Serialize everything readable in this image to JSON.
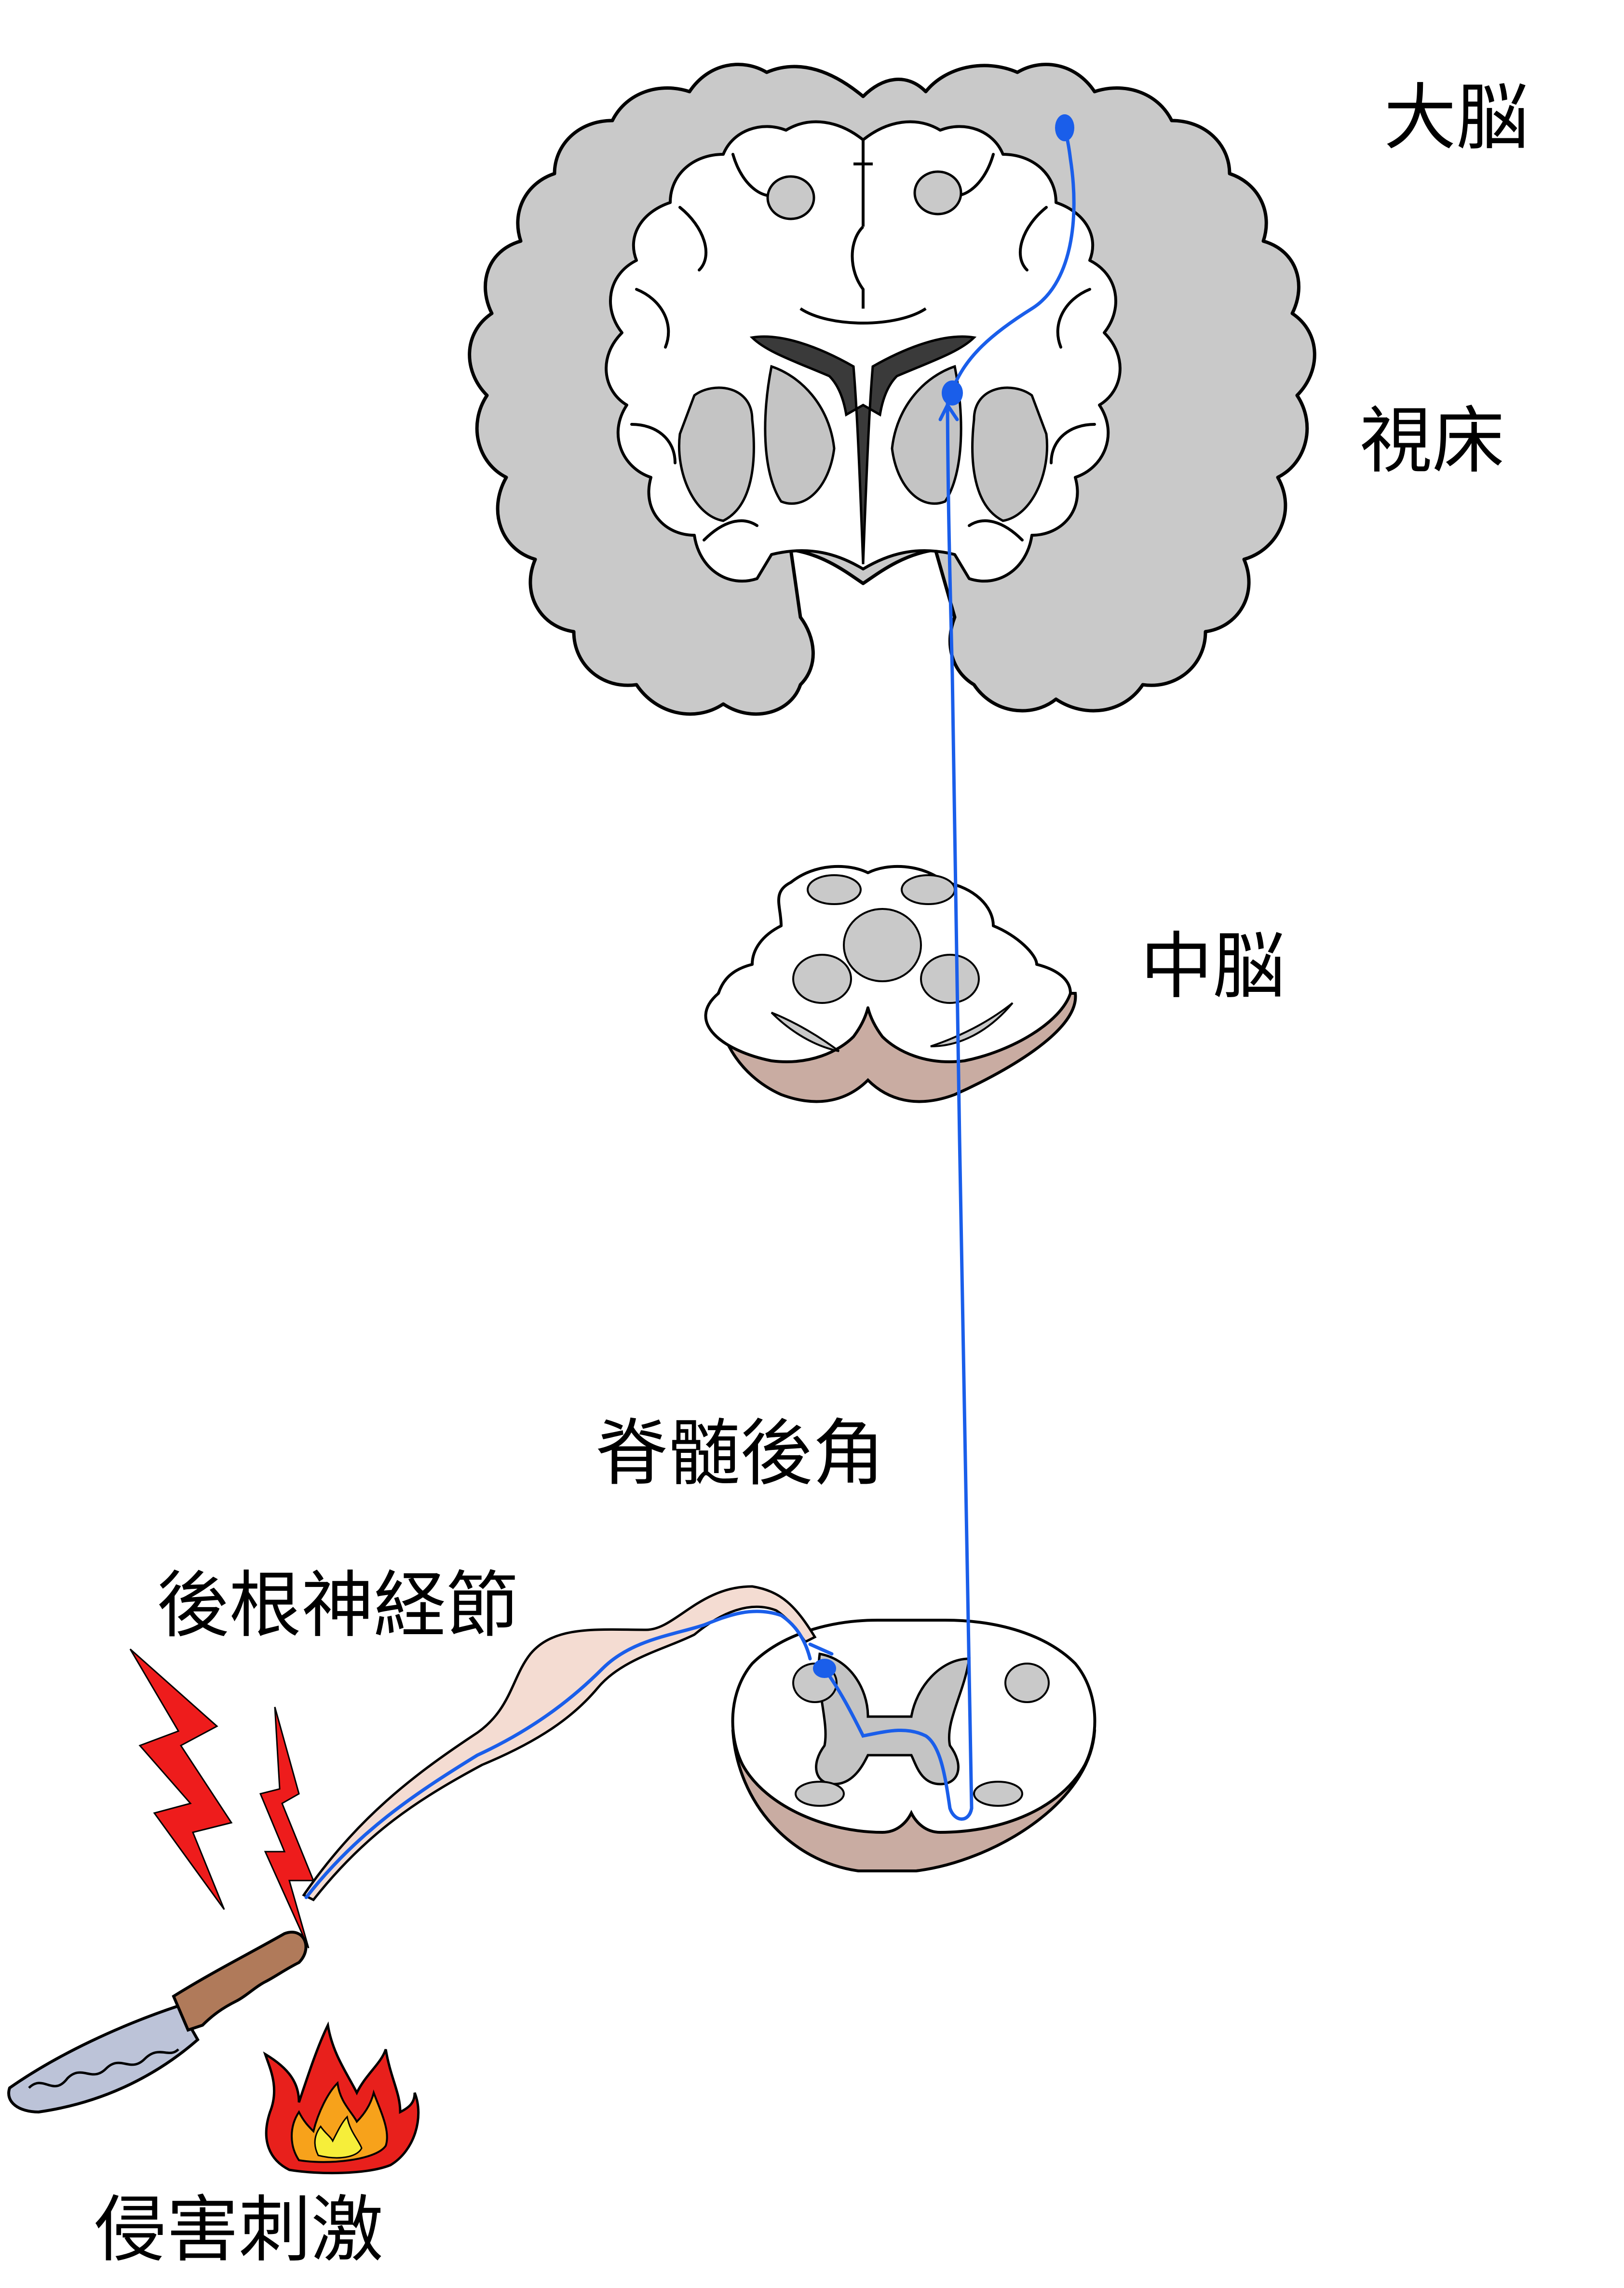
{
  "labels": {
    "cerebrum": "大脳",
    "thalamus": "視床",
    "midbrain": "中脳",
    "dorsal_horn": "脊髄後角",
    "dorsal_root_ganglion": "後根神経節",
    "noxious_stimulus": "侵害刺激"
  },
  "icons": {
    "lightning": "lightning-icon",
    "knife": "knife-icon",
    "flame": "flame-icon"
  },
  "colors": {
    "pathway": "#1a5eea",
    "cortex": "#c9c9c9",
    "white_matter": "#ffffff",
    "ventricle": "#3a3a3a",
    "nucleus": "#c4c4c4",
    "cut_surface": "#c9aca2",
    "nerve": "#f4dcd2",
    "lightning": "#ee1c1c",
    "flame_outer": "#e8201c",
    "flame_mid": "#f7a21b",
    "flame_inner": "#f6ee3a",
    "knife_handle": "#b07a5a",
    "knife_blade": "#bcc3d8"
  }
}
